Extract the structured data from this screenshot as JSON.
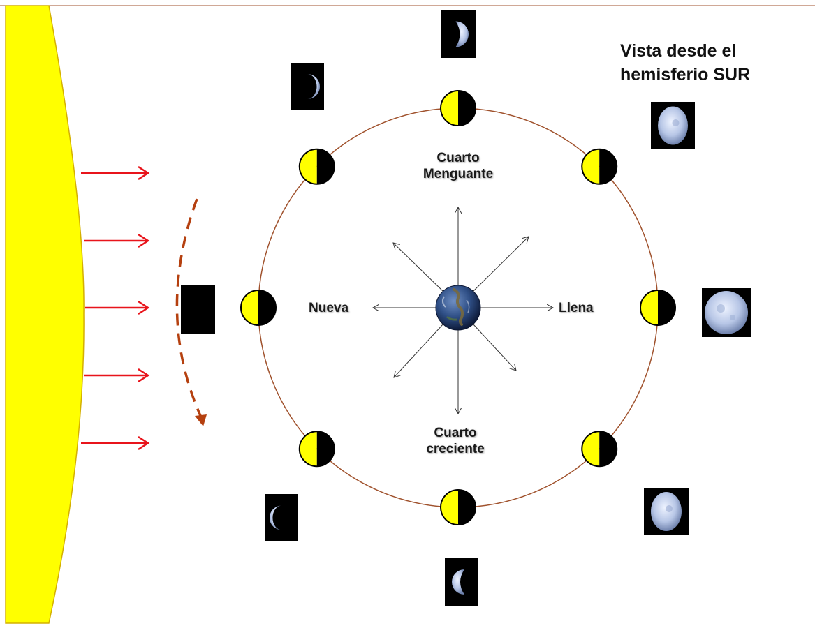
{
  "title": {
    "line1": "Vista desde el",
    "line2": "hemisferio SUR"
  },
  "labels": {
    "quarter_top_1": "Cuarto",
    "quarter_top_2": "Menguante",
    "quarter_bottom_1": "Cuarto",
    "quarter_bottom_2": "creciente",
    "new_moon": "Nueva",
    "full_moon": "Llena"
  },
  "colors": {
    "sun": "#ffff00",
    "sun_edge": "#d4b000",
    "sunlight_arrow": "#e8141b",
    "orbit": "#a0522d",
    "orbit_direction": "#b5400f",
    "moon_lit": "#ffff00",
    "moon_dark": "#000000",
    "photo_bg": "#000000"
  },
  "icons": {
    "sun": "sun-icon",
    "earth": "earth-icon",
    "moon_phase": "moon-phase-icon",
    "moon_photo": "moon-photo-icon"
  },
  "moon_photos": [
    {
      "name": "moon-photo-top",
      "phase": "waning-quarter"
    },
    {
      "name": "moon-photo-top-left",
      "phase": "waning-crescent"
    },
    {
      "name": "moon-photo-top-right",
      "phase": "waning-gibbous"
    },
    {
      "name": "moon-photo-new",
      "phase": "new"
    },
    {
      "name": "moon-photo-full",
      "phase": "full"
    },
    {
      "name": "moon-photo-bottom-left",
      "phase": "waxing-crescent"
    },
    {
      "name": "moon-photo-bottom",
      "phase": "waxing-quarter"
    },
    {
      "name": "moon-photo-bottom-right",
      "phase": "waxing-gibbous"
    }
  ]
}
